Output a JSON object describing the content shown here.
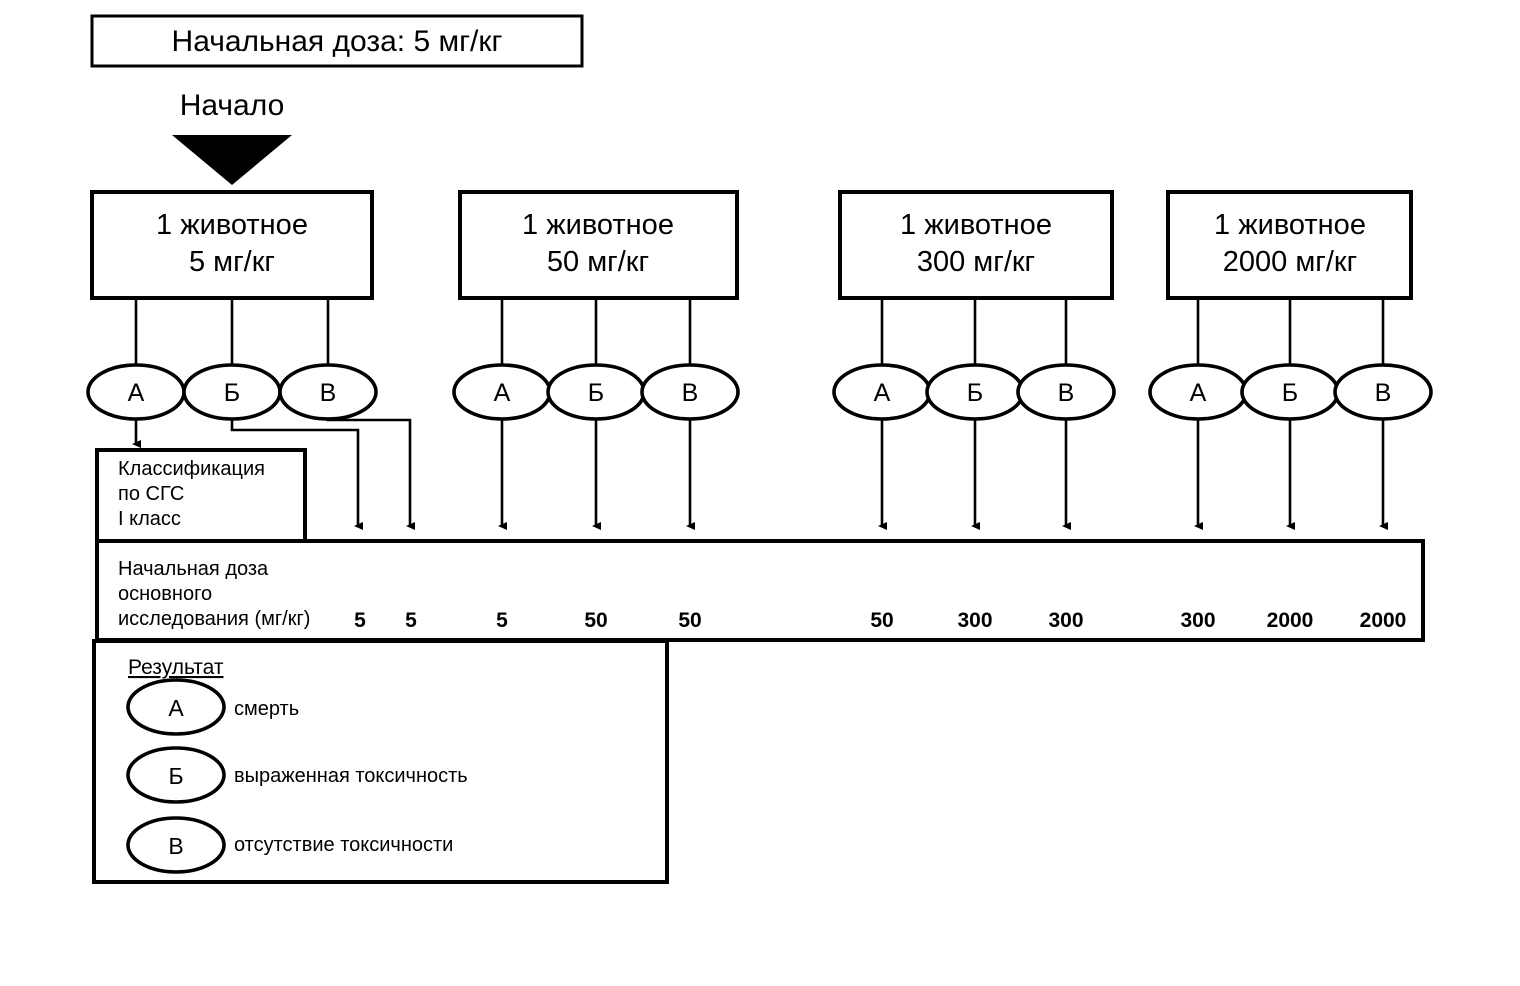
{
  "diagram": {
    "title_box": {
      "label": "Начальная доза: 5 мг/кг"
    },
    "start_label": "Начало",
    "groups": [
      {
        "animal_line": "1 животное",
        "dose_line": "5 мг/кг",
        "outcomes": [
          "А",
          "Б",
          "В"
        ]
      },
      {
        "animal_line": "1 животное",
        "dose_line": "50 мг/кг",
        "outcomes": [
          "А",
          "Б",
          "В"
        ]
      },
      {
        "animal_line": "1 животное",
        "dose_line": "300 мг/кг",
        "outcomes": [
          "А",
          "Б",
          "В"
        ]
      },
      {
        "animal_line": "1 животное",
        "dose_line": "2000 мг/кг",
        "outcomes": [
          "А",
          "Б",
          "В"
        ]
      }
    ],
    "classification_box": {
      "line1": "Классификация",
      "line2": "по СГС",
      "line3": "I класс"
    },
    "dose_bar": {
      "label_line1": "Начальная доза",
      "label_line2": "основного",
      "label_line3": "исследования (мг/кг)",
      "values": [
        "5",
        "5",
        "5",
        "50",
        "50",
        "50",
        "300",
        "300",
        "300",
        "2000",
        "2000"
      ]
    },
    "legend": {
      "heading": "Результат",
      "items": [
        {
          "symbol": "А",
          "text": "смерть"
        },
        {
          "symbol": "Б",
          "text": "выраженная токсичность"
        },
        {
          "symbol": "В",
          "text": "отсутствие токсичности"
        }
      ]
    },
    "colors": {
      "stroke": "#000000",
      "fill": "#ffffff",
      "arrow_fill": "#000000"
    }
  }
}
